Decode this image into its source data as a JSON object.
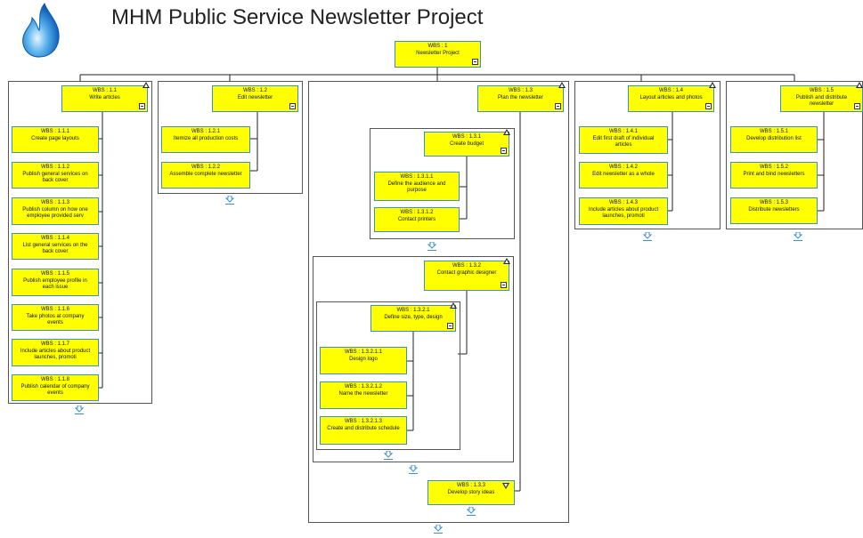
{
  "title": "MHM Public Service Newsletter Project",
  "icons": {
    "logo": "flame-drop-icon",
    "collapse": "collapse-minus-icon",
    "expand": "expand-arrow-icon",
    "triangle": "triangle-marker-icon"
  },
  "colors": {
    "node_fill": "#ffff00",
    "node_border": "#3a8fd0",
    "frame_border": "#555555",
    "expander": "#3a8fd0"
  },
  "nodes": {
    "n1": {
      "wbs": "WBS : 1",
      "name": "Newsletter Project"
    },
    "n11": {
      "wbs": "WBS : 1.1",
      "name": "Write articles"
    },
    "n111": {
      "wbs": "WBS : 1.1.1",
      "name": "Create page layouts"
    },
    "n112": {
      "wbs": "WBS : 1.1.2",
      "name": "Publish general services on back cover"
    },
    "n113": {
      "wbs": "WBS : 1.1.3",
      "name": "Publish column on how one employee provided serv"
    },
    "n114": {
      "wbs": "WBS : 1.1.4",
      "name": "List general services on the back cover"
    },
    "n115": {
      "wbs": "WBS : 1.1.5",
      "name": "Publish employee profile in each issue"
    },
    "n116": {
      "wbs": "WBS : 1.1.6",
      "name": "Take photos at company events"
    },
    "n117": {
      "wbs": "WBS : 1.1.7",
      "name": "Include articles about product launches, promoti"
    },
    "n118": {
      "wbs": "WBS : 1.1.8",
      "name": "Publish calendar of company events"
    },
    "n12": {
      "wbs": "WBS : 1.2",
      "name": "Edit newsletter"
    },
    "n121": {
      "wbs": "WBS : 1.2.1",
      "name": "Itemize all production costs"
    },
    "n122": {
      "wbs": "WBS : 1.2.2",
      "name": "Assemble complete newsletter"
    },
    "n13": {
      "wbs": "WBS : 1.3",
      "name": "Plan the newsletter"
    },
    "n131": {
      "wbs": "WBS : 1.3.1",
      "name": "Create budget"
    },
    "n1311": {
      "wbs": "WBS : 1.3.1.1",
      "name": "Define the audience and purpose"
    },
    "n1312": {
      "wbs": "WBS : 1.3.1.2",
      "name": "Contact printers"
    },
    "n132": {
      "wbs": "WBS : 1.3.2",
      "name": "Contact graphic designer"
    },
    "n1321": {
      "wbs": "WBS : 1.3.2.1",
      "name": "Define size, type, design"
    },
    "n13211": {
      "wbs": "WBS : 1.3.2.1.1",
      "name": "Design logo"
    },
    "n13212": {
      "wbs": "WBS : 1.3.2.1.2",
      "name": "Name the newsletter"
    },
    "n13213": {
      "wbs": "WBS : 1.3.2.1.3",
      "name": "Create and distribute schedule"
    },
    "n133": {
      "wbs": "WBS : 1.3.3",
      "name": "Develop story ideas"
    },
    "n14": {
      "wbs": "WBS : 1.4",
      "name": "Layout articles and photos"
    },
    "n141": {
      "wbs": "WBS : 1.4.1",
      "name": "Edit first draft of individual articles"
    },
    "n142": {
      "wbs": "WBS : 1.4.2",
      "name": "Edit newsletter as a whole"
    },
    "n143": {
      "wbs": "WBS : 1.4.3",
      "name": "Include articles about product launches, promoti"
    },
    "n15": {
      "wbs": "WBS : 1.5",
      "name": "Publish and distribute newsletter"
    },
    "n151": {
      "wbs": "WBS : 1.5.1",
      "name": "Develop distribution list"
    },
    "n152": {
      "wbs": "WBS : 1.5.2",
      "name": "Print and bind newsletters"
    },
    "n153": {
      "wbs": "WBS : 1.5.3",
      "name": "Distribute newsletters"
    }
  }
}
